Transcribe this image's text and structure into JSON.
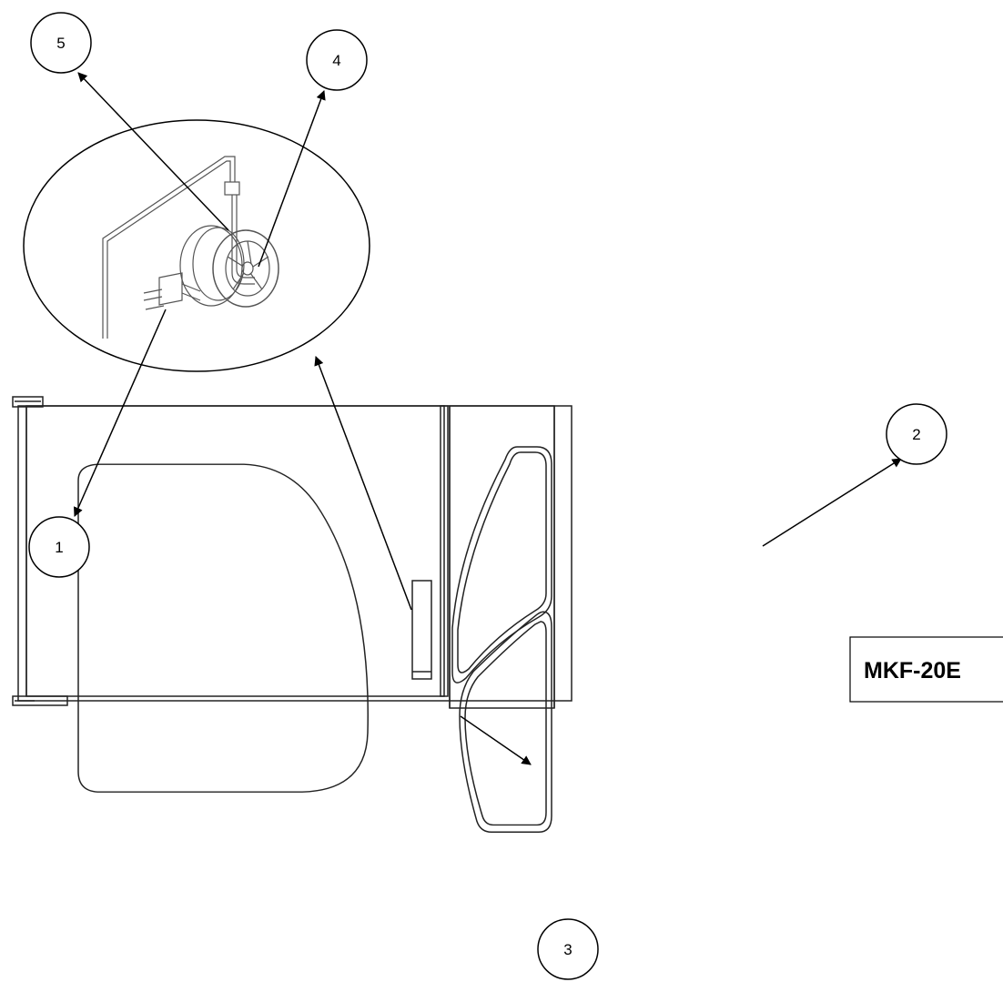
{
  "model_label": "MKF-20E",
  "callouts": [
    "1",
    "2",
    "3",
    "4",
    "5"
  ]
}
